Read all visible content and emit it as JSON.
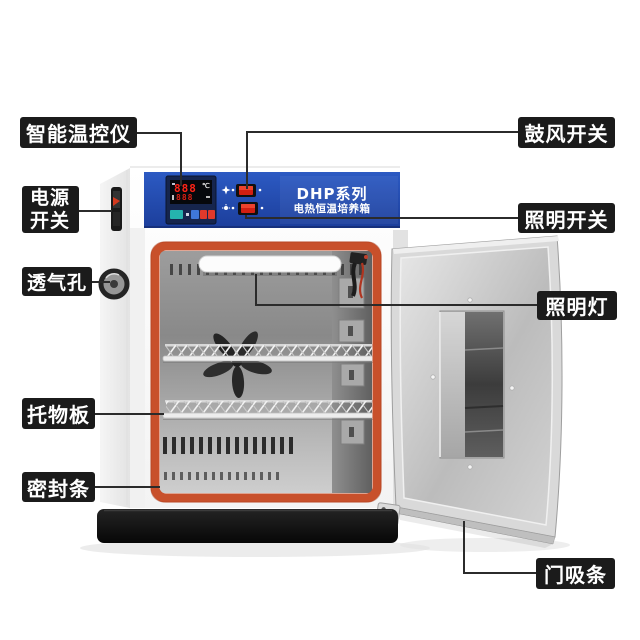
{
  "product": {
    "series_title": "DHP系列",
    "subtitle": "电热恒温培养箱"
  },
  "controller": {
    "temp_value": "888",
    "temp_unit": "℃",
    "set_value": "888"
  },
  "callouts": {
    "smart_controller": "智能温控仪",
    "power_switch": "电源\n开关",
    "vent_hole": "透气孔",
    "shelf_board": "托物板",
    "seal_strip": "密封条",
    "blower_switch": "鼓风开关",
    "light_switch": "照明开关",
    "lamp": "照明灯",
    "door_magnet_strip": "门吸条"
  },
  "icons": {
    "fan": "fan-icon",
    "lamp": "lamp-icon"
  },
  "colors": {
    "label_bg": "#1b1b1b",
    "label_text": "#ffffff",
    "panel_blue": "#2453b4",
    "seal_orange": "#c8502b",
    "display_red": "#ff2417",
    "connector": "#2b2b2b"
  }
}
